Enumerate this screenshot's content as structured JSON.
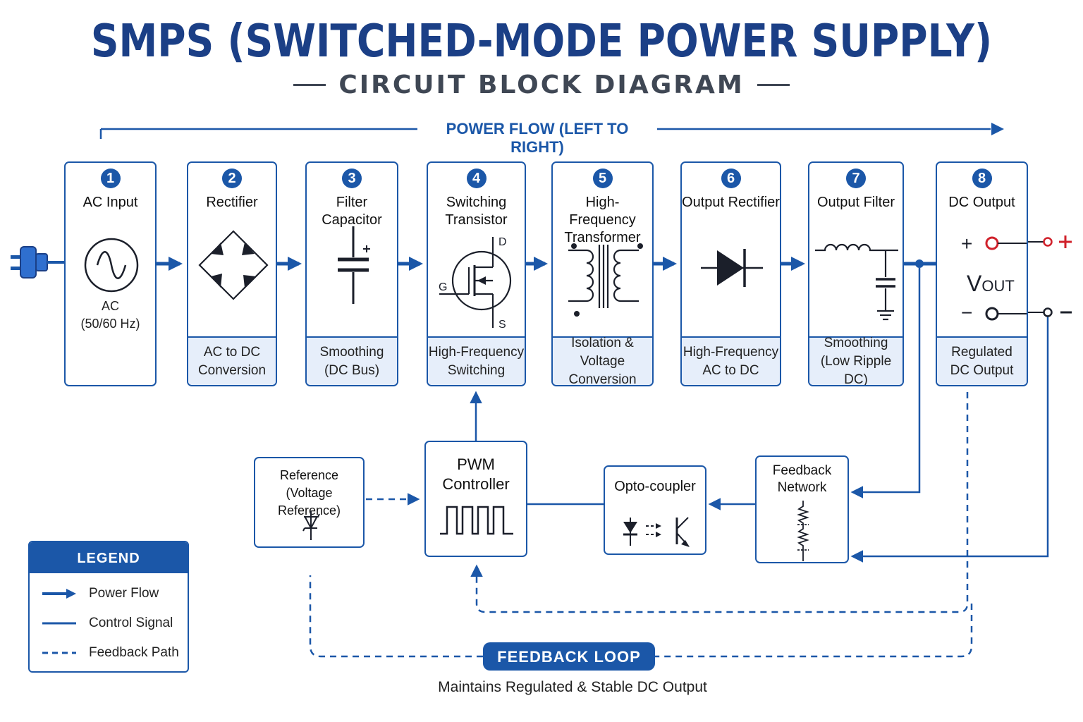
{
  "header": {
    "title": "SMPS (SWITCHED-MODE POWER SUPPLY)",
    "subtitle": "CIRCUIT BLOCK DIAGRAM"
  },
  "power_flow_label": "POWER FLOW (LEFT TO RIGHT)",
  "blocks": [
    {
      "number": "1",
      "title": "AC Input",
      "note": "AC\n(50/60 Hz)",
      "icon": "ac-source-icon"
    },
    {
      "number": "2",
      "title": "Rectifier",
      "footer": "AC to DC\nConversion",
      "icon": "bridge-rectifier-icon"
    },
    {
      "number": "3",
      "title": "Filter Capacitor",
      "footer": "Smoothing\n(DC Bus)",
      "icon": "capacitor-icon"
    },
    {
      "number": "4",
      "title": "Switching\nTransistor",
      "footer": "High-Frequency\nSwitching",
      "icon": "mosfet-icon",
      "pins": {
        "d": "D",
        "g": "G",
        "s": "S"
      }
    },
    {
      "number": "5",
      "title": "High-Frequency\nTransformer",
      "footer": "Isolation &\nVoltage Conversion",
      "icon": "transformer-icon"
    },
    {
      "number": "6",
      "title": "Output Rectifier",
      "footer": "High-Frequency\nAC to DC",
      "icon": "diode-icon"
    },
    {
      "number": "7",
      "title": "Output Filter",
      "footer": "Smoothing\n(Low Ripple DC)",
      "icon": "lc-filter-icon"
    },
    {
      "number": "8",
      "title": "DC Output",
      "footer": "Regulated\nDC Output",
      "icon": "dc-output-terminals-icon",
      "vout_main": "V",
      "vout_sub": "OUT",
      "plus": "+",
      "minus": "−"
    }
  ],
  "control": {
    "pwm": {
      "title": "PWM\nController",
      "icon": "pwm-waveform-icon"
    },
    "opto": {
      "title": "Opto-coupler",
      "icon": "optocoupler-icon"
    },
    "feedback": {
      "title": "Feedback\nNetwork",
      "icon": "resistor-divider-icon"
    },
    "reference": {
      "title": "Reference\n(Voltage Reference)",
      "icon": "zener-diode-icon"
    }
  },
  "legend": {
    "title": "LEGEND",
    "items": [
      {
        "label": "Power Flow",
        "style": "arrow"
      },
      {
        "label": "Control Signal",
        "style": "solid"
      },
      {
        "label": "Feedback Path",
        "style": "dashed"
      }
    ]
  },
  "feedback_loop": {
    "label": "FEEDBACK LOOP",
    "caption": "Maintains Regulated & Stable DC Output"
  },
  "colors": {
    "accent": "#1b57a8",
    "title": "#1b3f86",
    "footer_fill": "#e6eefa",
    "positive_terminal": "#d0202a"
  }
}
